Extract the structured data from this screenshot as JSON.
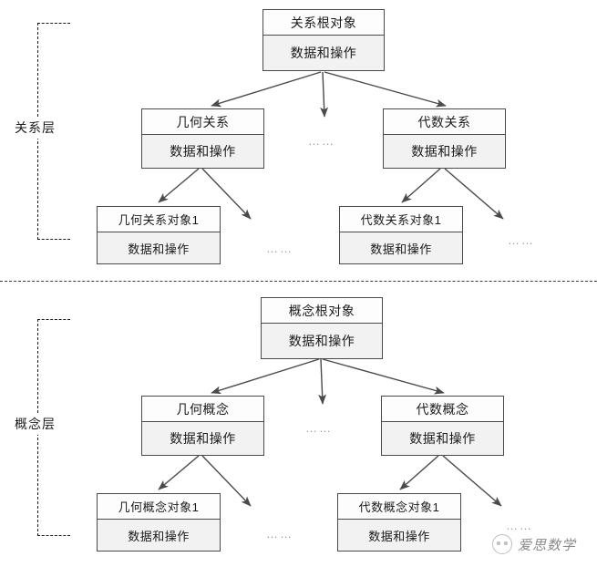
{
  "diagram": {
    "top_caption": "",
    "body_label": "数据和操作",
    "ellipsis": "……",
    "divider_name": "layer-divider"
  },
  "layers": [
    {
      "id": "relation-layer",
      "label": "关系层",
      "root": {
        "title": "关系根对象",
        "body": "数据和操作"
      },
      "children": [
        {
          "title": "几何关系",
          "body": "数据和操作"
        },
        {
          "title": "代数关系",
          "body": "数据和操作"
        }
      ],
      "leaves": [
        {
          "title": "几何关系对象1",
          "body": "数据和操作"
        },
        {
          "title": "代数关系对象1",
          "body": "数据和操作"
        }
      ],
      "ellipses": [
        "……",
        "……",
        "……"
      ]
    },
    {
      "id": "concept-layer",
      "label": "概念层",
      "root": {
        "title": "概念根对象",
        "body": "数据和操作"
      },
      "children": [
        {
          "title": "几何概念",
          "body": "数据和操作"
        },
        {
          "title": "代数概念",
          "body": "数据和操作"
        }
      ],
      "leaves": [
        {
          "title": "几何概念对象1",
          "body": "数据和操作"
        },
        {
          "title": "代数概念对象1",
          "body": "数据和操作"
        }
      ],
      "ellipses": [
        "……",
        "……",
        "……"
      ]
    }
  ],
  "watermark": {
    "text": "爱思数学",
    "dots": "……"
  },
  "colors": {
    "box_border": "#4a4a4a",
    "box_title_bg": "#fdfdfd",
    "box_body_bg": "#f2f2f2",
    "arrow": "#4a4a4a",
    "dashed": "#1a1a1a",
    "ellipsis": "#9a9a9a"
  }
}
